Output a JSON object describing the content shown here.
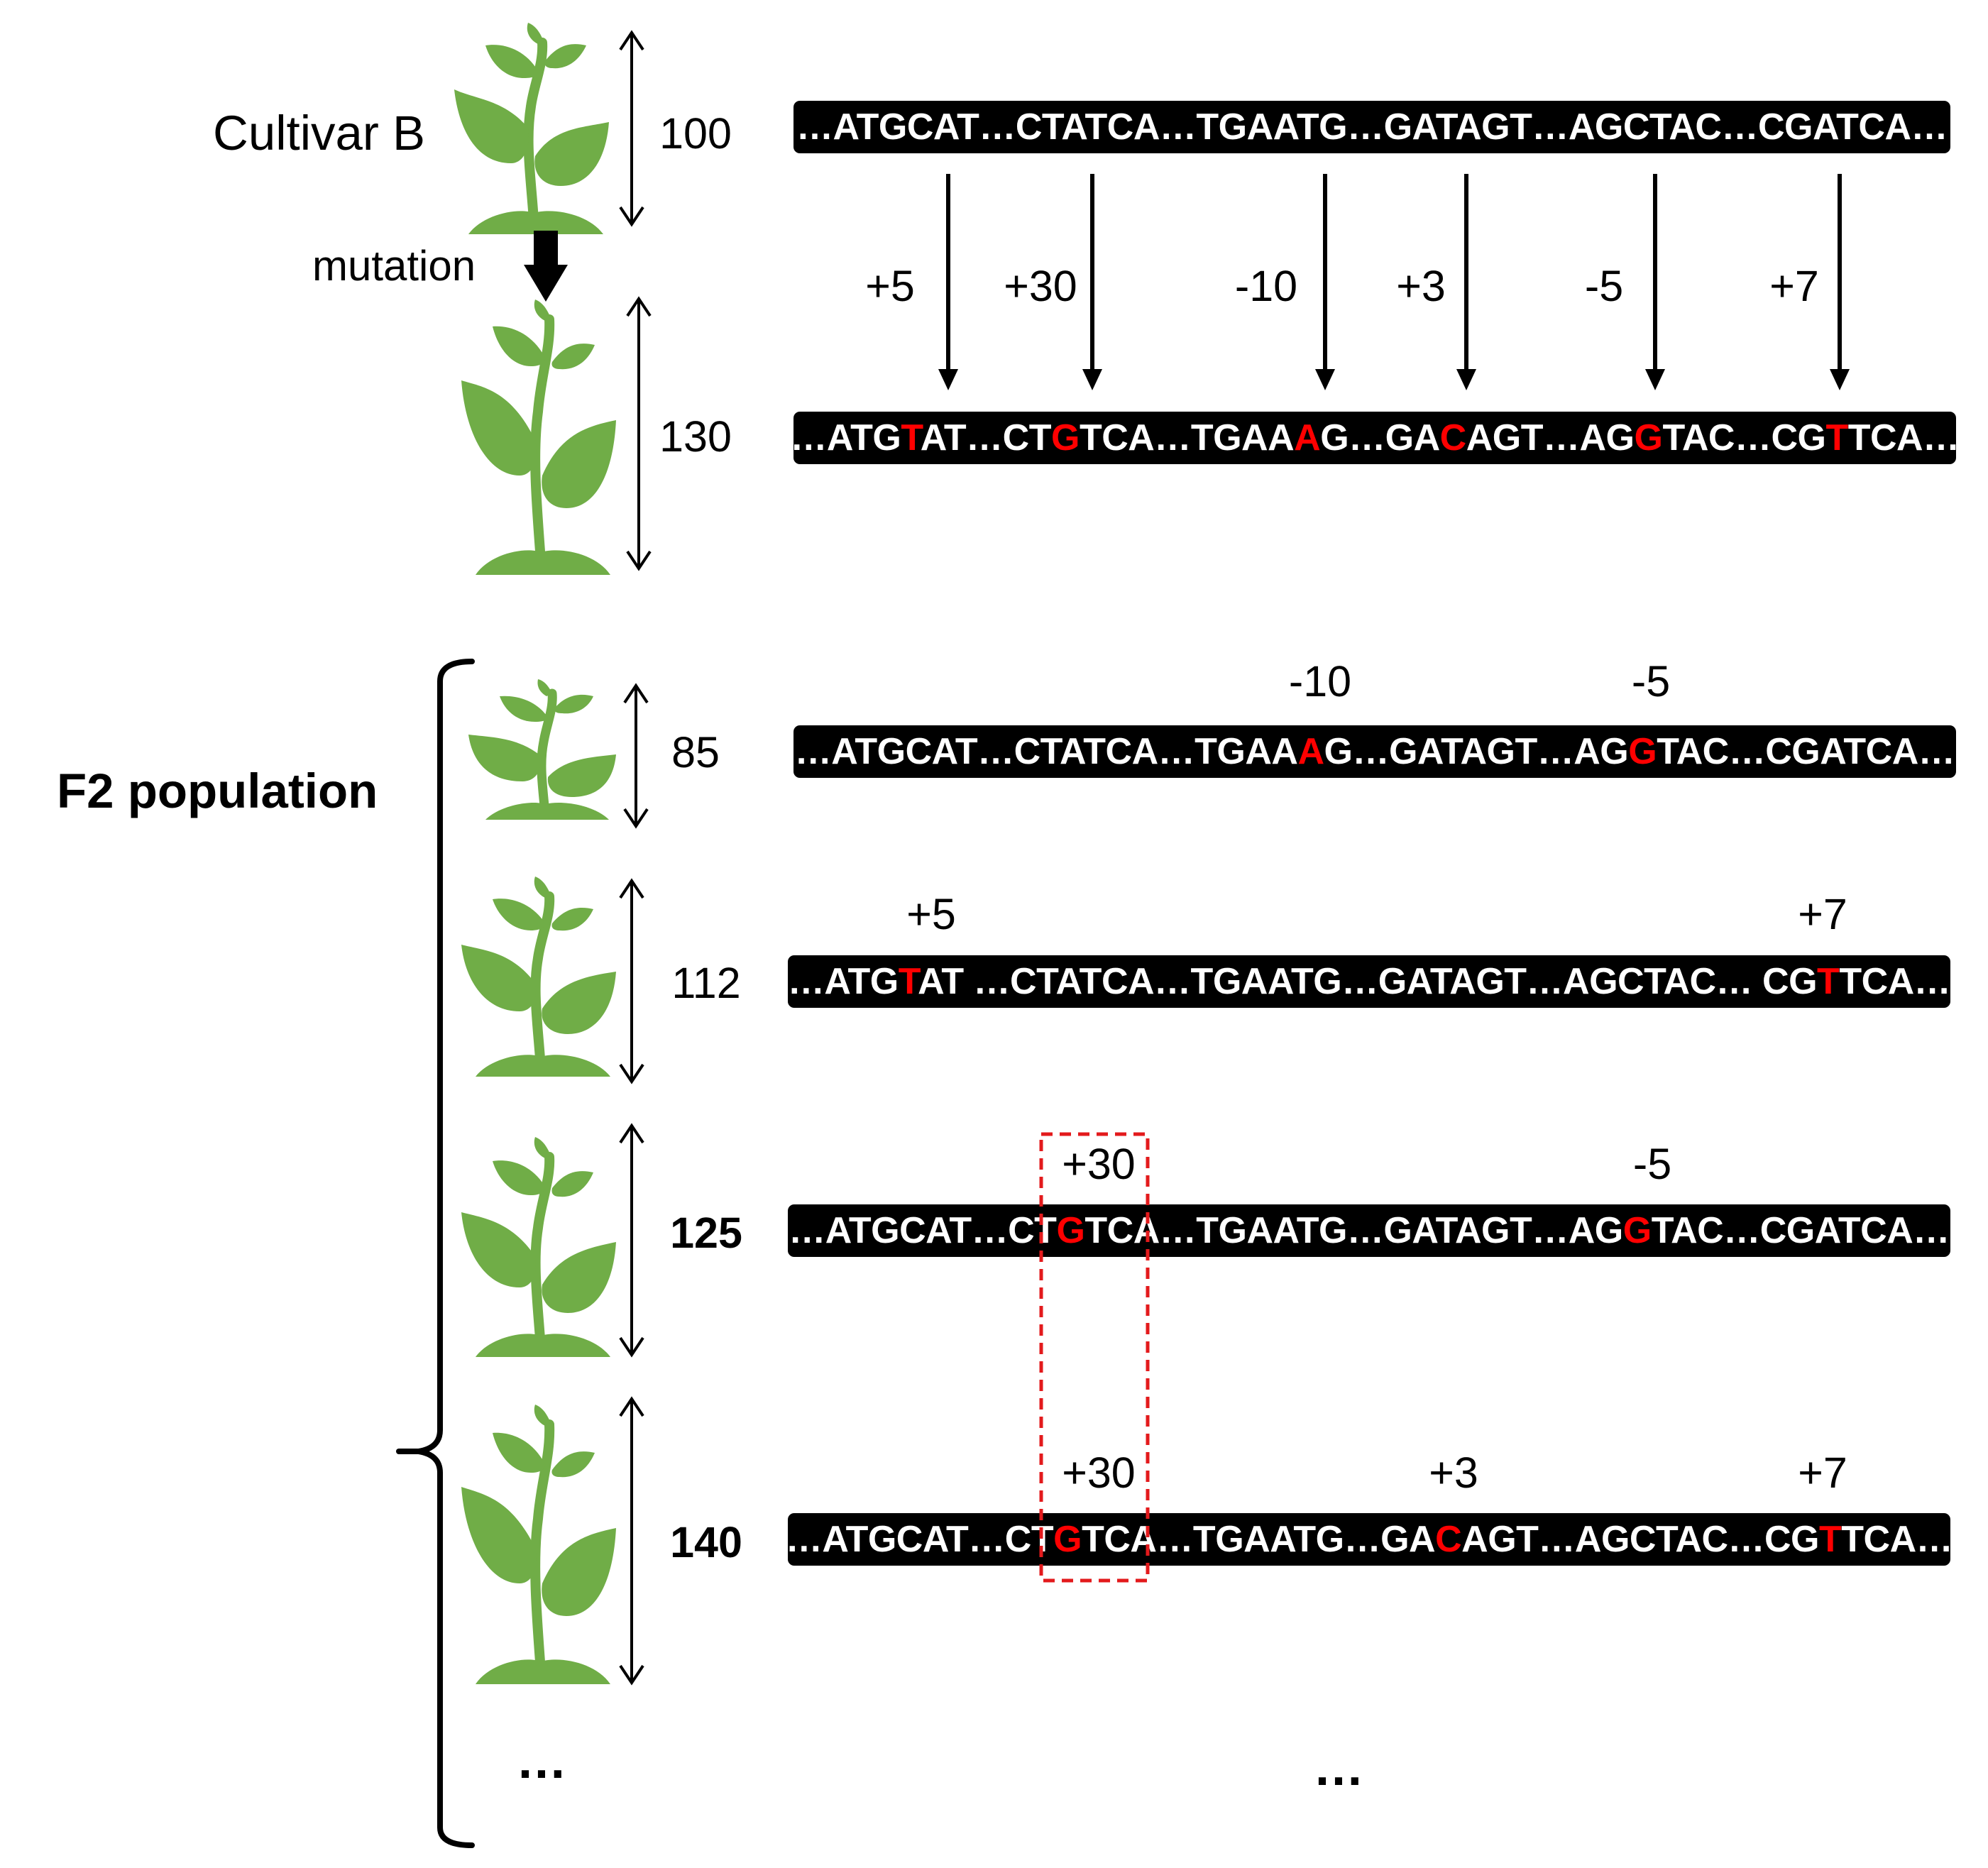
{
  "parent": {
    "label": "Cultivar B",
    "height": "100",
    "sequence": [
      {
        "t": "…ATGCAT…CTATCA…TGAATG…GATAGT…AGCTAC…CGATCA…",
        "m": false
      }
    ]
  },
  "mutation_label": "mutation",
  "mutant": {
    "height": "130",
    "sequence": [
      {
        "t": "…ATG",
        "m": false
      },
      {
        "t": "T",
        "m": true
      },
      {
        "t": "AT…CT",
        "m": false
      },
      {
        "t": "G",
        "m": true
      },
      {
        "t": "TCA…TGAA",
        "m": false
      },
      {
        "t": "A",
        "m": true
      },
      {
        "t": "G…GA",
        "m": false
      },
      {
        "t": "C",
        "m": true
      },
      {
        "t": "AGT…AG",
        "m": false
      },
      {
        "t": "G",
        "m": true
      },
      {
        "t": "TAC…CG",
        "m": false
      },
      {
        "t": "T",
        "m": true
      },
      {
        "t": "TCA…",
        "m": false
      }
    ]
  },
  "mutation_effects": [
    "+5",
    "+30",
    "-10",
    "+3",
    "-5",
    "+7"
  ],
  "f2": {
    "label": "F2 population",
    "individuals": [
      {
        "height": "85",
        "bold": false,
        "effects": [
          "-10",
          "-5"
        ],
        "sequence": [
          {
            "t": "…ATGCAT…CTATCA…TGAA",
            "m": false
          },
          {
            "t": "A",
            "m": true
          },
          {
            "t": "G…GATAGT…AG",
            "m": false
          },
          {
            "t": "G",
            "m": true
          },
          {
            "t": "TAC…CGATCA…",
            "m": false
          }
        ]
      },
      {
        "height": "112",
        "bold": false,
        "effects": [
          "+5",
          "+7"
        ],
        "sequence": [
          {
            "t": "…ATG",
            "m": false
          },
          {
            "t": "T",
            "m": true
          },
          {
            "t": "AT …CTATCA…TGAATG…GATAGT…AGCTAC… CG",
            "m": false
          },
          {
            "t": "T",
            "m": true
          },
          {
            "t": "TCA…",
            "m": false
          }
        ]
      },
      {
        "height": "125",
        "bold": true,
        "effects": [
          "+30",
          "-5"
        ],
        "sequence": [
          {
            "t": "…ATGCAT…CT",
            "m": false
          },
          {
            "t": "G",
            "m": true
          },
          {
            "t": "TCA…TGAATG…GATAGT…AG",
            "m": false
          },
          {
            "t": "G",
            "m": true
          },
          {
            "t": "TAC…CGATCA…",
            "m": false
          }
        ]
      },
      {
        "height": "140",
        "bold": true,
        "effects": [
          "+30",
          "+3",
          "+7"
        ],
        "sequence": [
          {
            "t": "…ATGCAT…CT",
            "m": false
          },
          {
            "t": "G",
            "m": true
          },
          {
            "t": "TCA…TGAATG…GA",
            "m": false
          },
          {
            "t": "C",
            "m": true
          },
          {
            "t": "AGT…AGCTAC…CG",
            "m": false
          },
          {
            "t": "T",
            "m": true
          },
          {
            "t": "TCA…",
            "m": false
          }
        ]
      }
    ],
    "ellipsis_left": "…",
    "ellipsis_right": "…"
  },
  "colors": {
    "plant": "#70ad47",
    "mutation": "#ff0000",
    "bar": "#000000",
    "highlight_box": "#e31a1c"
  }
}
